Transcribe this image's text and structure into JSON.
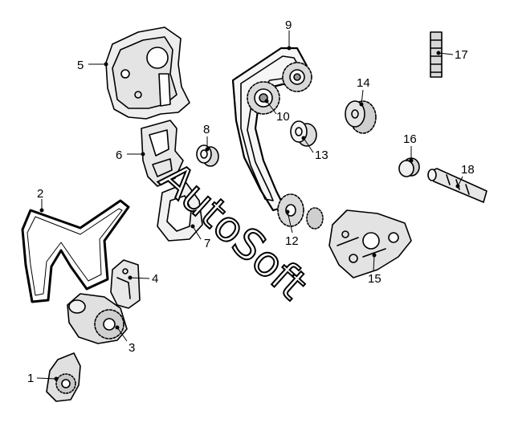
{
  "callouts": [
    {
      "id": "1",
      "label": "1"
    },
    {
      "id": "2",
      "label": "2"
    },
    {
      "id": "3",
      "label": "3"
    },
    {
      "id": "4",
      "label": "4"
    },
    {
      "id": "5",
      "label": "5"
    },
    {
      "id": "6",
      "label": "6"
    },
    {
      "id": "7",
      "label": "7"
    },
    {
      "id": "8",
      "label": "8"
    },
    {
      "id": "9",
      "label": "9"
    },
    {
      "id": "10",
      "label": "10"
    },
    {
      "id": "12",
      "label": "12"
    },
    {
      "id": "13",
      "label": "13"
    },
    {
      "id": "14",
      "label": "14"
    },
    {
      "id": "15",
      "label": "15"
    },
    {
      "id": "16",
      "label": "16"
    },
    {
      "id": "17",
      "label": "17"
    },
    {
      "id": "18",
      "label": "18"
    }
  ],
  "watermark": {
    "text": "AutoSoft"
  }
}
